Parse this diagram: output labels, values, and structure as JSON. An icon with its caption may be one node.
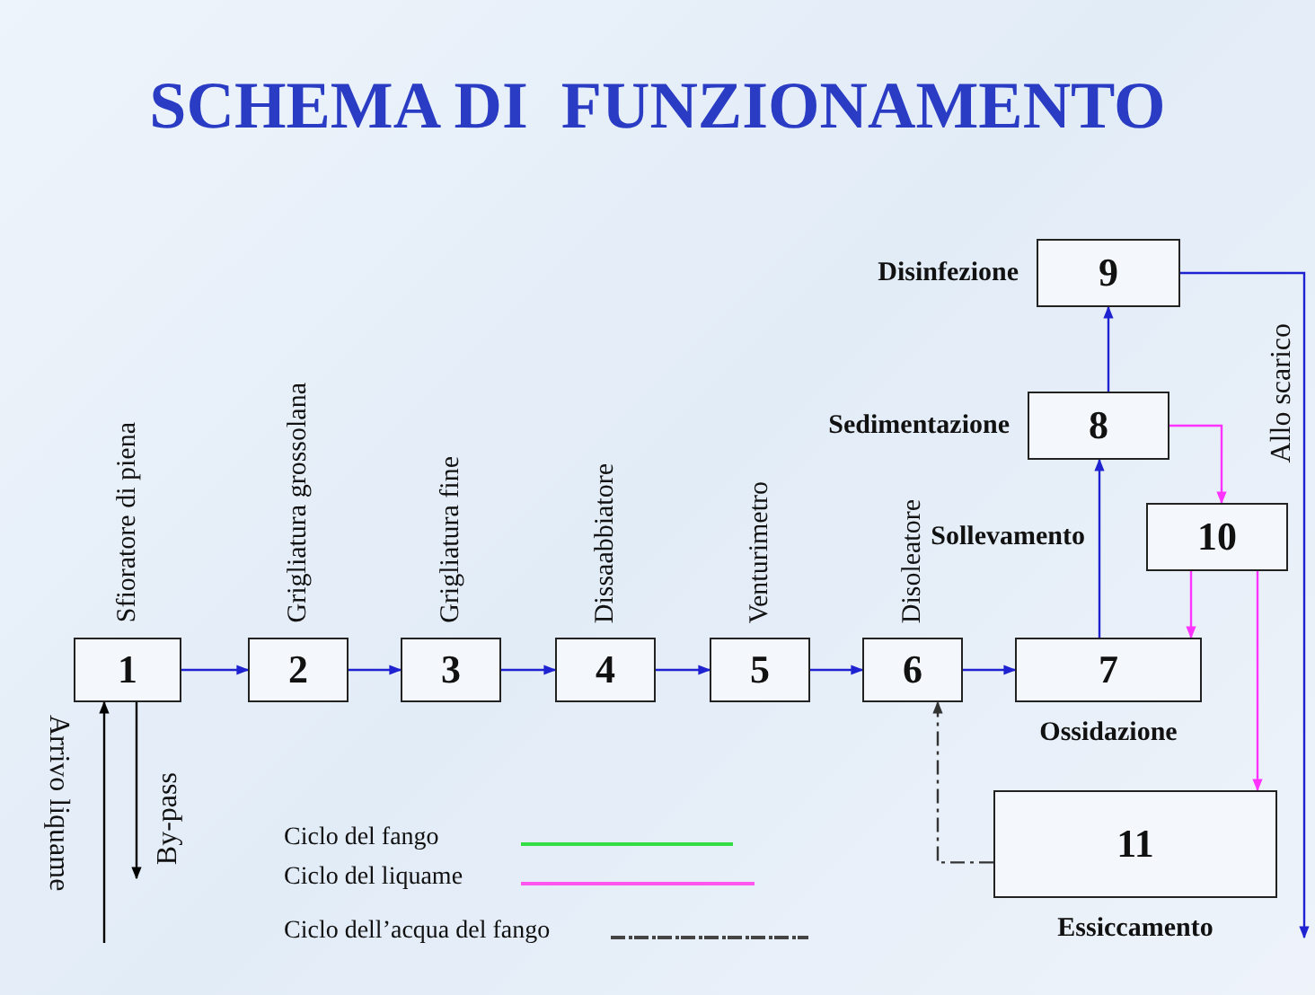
{
  "diagram": {
    "title": "SCHEMA DI  FUNZIONAMENTO",
    "nodes": [
      {
        "text": [
          "1"
        ],
        "beside": [
          "Sfioratore di piena"
        ]
      },
      {
        "text": [
          "2"
        ],
        "beside": [
          "Grigliatura grossolana"
        ]
      },
      {
        "text": [
          "3"
        ],
        "beside": [
          "Grigliatura fine"
        ]
      },
      {
        "text": [
          "4"
        ],
        "beside": [
          "Dissaabbiatore"
        ]
      },
      {
        "text": [
          "5"
        ],
        "beside": [
          "Venturimetro"
        ]
      },
      {
        "text": [
          "6"
        ],
        "beside": [
          "Disoleatore"
        ]
      },
      {
        "text": [
          "7"
        ],
        "beside": [
          "Ossidazione"
        ]
      },
      {
        "text": [
          "8"
        ],
        "beside": [
          "Sedimentazione"
        ]
      },
      {
        "text": [
          "9"
        ],
        "beside": [
          "Disinfezione"
        ]
      },
      {
        "text": [
          "10"
        ],
        "beside": [
          "Sollevamento"
        ]
      },
      {
        "text": [
          "11"
        ],
        "beside": [
          "Essiccamento"
        ]
      }
    ],
    "edges": [
      {
        "from": 0,
        "to": 1,
        "arrow": "to"
      },
      {
        "from": 1,
        "to": 2,
        "arrow": "to"
      },
      {
        "from": 2,
        "to": 3,
        "arrow": "to"
      },
      {
        "from": 3,
        "to": 4,
        "arrow": "to"
      },
      {
        "from": 4,
        "to": 5,
        "arrow": "to"
      },
      {
        "from": 5,
        "to": 6,
        "arrow": "to"
      },
      {
        "from": 6,
        "to": 7,
        "arrow": "to"
      },
      {
        "from": 7,
        "to": 8,
        "arrow": "to"
      },
      {
        "from": 8,
        "to": null,
        "arrow": "to",
        "label": "Allo scarico"
      },
      {
        "from": 7,
        "to": 9,
        "arrow": "to",
        "color": "#ff33ff"
      },
      {
        "from": 9,
        "to": 6,
        "arrow": "to",
        "color": "#ff33ff"
      },
      {
        "from": 9,
        "to": 10,
        "arrow": "to",
        "color": "#ff33ff"
      },
      {
        "from": 10,
        "to": 5,
        "arrow": "to",
        "style": "dashed",
        "color": "#333333"
      },
      {
        "from": null,
        "to": 0,
        "arrow": "to",
        "label": "Arrivo liquame",
        "color": "#000000"
      },
      {
        "from": 0,
        "to": null,
        "arrow": "to",
        "label": "By-pass",
        "color": "#000000"
      }
    ],
    "legend": [
      {
        "text": "Ciclo del fango",
        "color": "#33dd44"
      },
      {
        "text": "Ciclo del liquame",
        "color": "#ff55ee"
      },
      {
        "text": "Ciclo dell’acqua del fango",
        "color": "#444444"
      }
    ]
  }
}
